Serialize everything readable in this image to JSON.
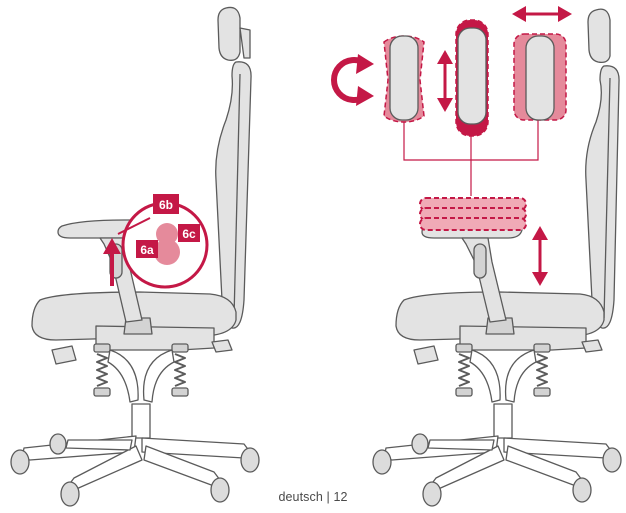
{
  "colors": {
    "chair_fill": "#e3e3e3",
    "chair_stroke": "#5b5b5b",
    "accent": "#c41846",
    "accent_light": "#e58a9b",
    "accent_pale": "#f0aab6"
  },
  "icons": [
    "rotate-arrow-icon",
    "vertical-double-arrow-icon",
    "horizontal-double-arrow-icon",
    "up-arrow-icon"
  ],
  "left_chair": {
    "callouts": {
      "top": "6b",
      "left": "6a",
      "right": "6c"
    }
  },
  "footer": {
    "language": "deutsch",
    "separator": " | ",
    "page_number": "12"
  }
}
